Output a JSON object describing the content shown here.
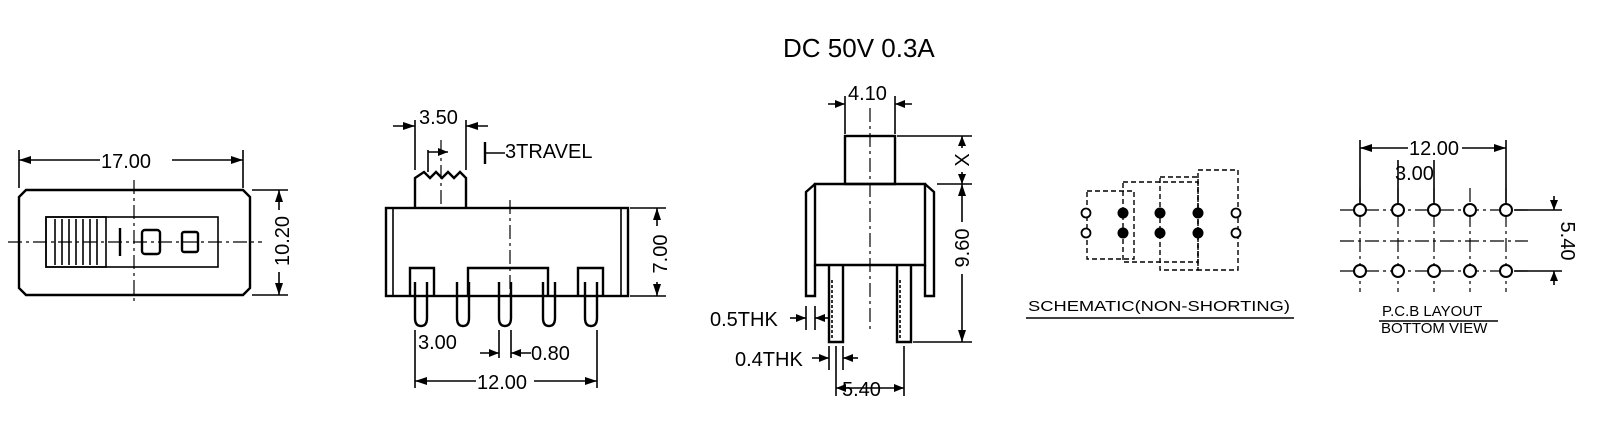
{
  "rating": "DC  50V  0.3A",
  "views": {
    "top": {
      "width": "17.00",
      "height": "10.20"
    },
    "front": {
      "knob_width": "3.50",
      "travel": "3TRAVEL",
      "height": "7.00",
      "pitch_left": "3.00",
      "pin_width": "0.80",
      "overall_pitch": "12.00"
    },
    "side": {
      "actuator_width": "4.10",
      "actuator_height": "X",
      "body_height": "9.60",
      "frame_thickness": "0.5THK",
      "pin_thickness": "0.4THK",
      "row_spacing": "5.40"
    },
    "schematic": {
      "caption": "SCHEMATIC(NON-SHORTING)"
    },
    "pcb": {
      "overall": "12.00",
      "pitch": "3.00",
      "row_spacing": "5.40",
      "caption_line1": "P.C.B LAYOUT",
      "caption_line2": "BOTTOM VIEW"
    }
  }
}
